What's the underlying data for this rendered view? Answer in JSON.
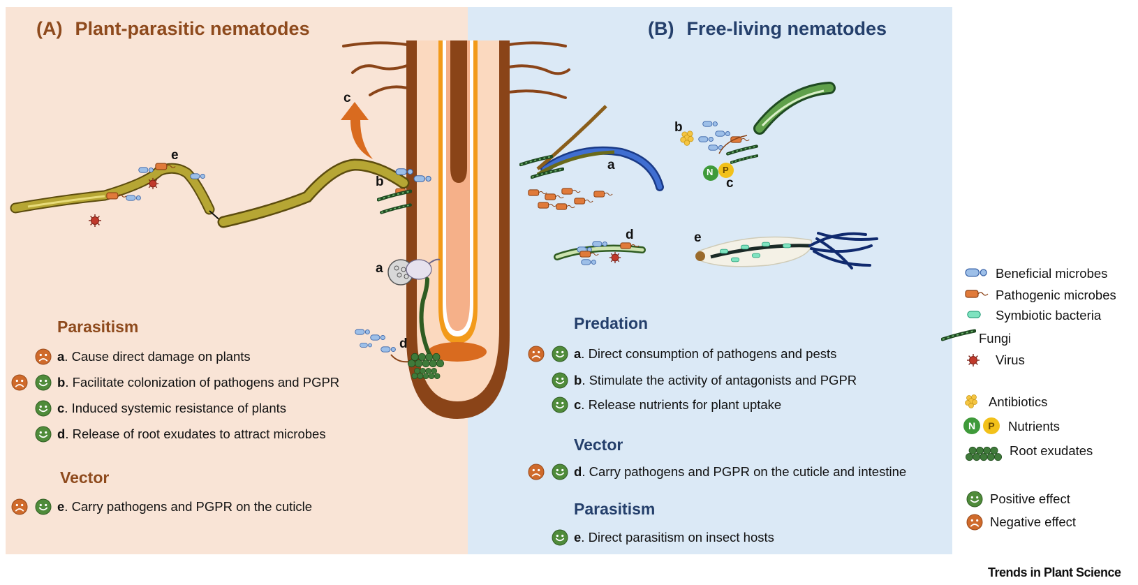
{
  "panel_a": {
    "label": "(A)",
    "title": "Plant-parasitic nematodes",
    "sections": [
      {
        "heading": "Parasitism",
        "items": [
          {
            "letter": "a",
            "text": ". Cause direct damage on plants",
            "effects": [
              "negative"
            ]
          },
          {
            "letter": "b",
            "text": ". Facilitate colonization of pathogens and PGPR",
            "effects": [
              "negative",
              "positive"
            ]
          },
          {
            "letter": "c",
            "text": ". Induced systemic resistance of plants",
            "effects": [
              "positive"
            ]
          },
          {
            "letter": "d",
            "text": ". Release of root exudates to attract microbes",
            "effects": [
              "positive"
            ]
          }
        ]
      },
      {
        "heading": "Vector",
        "items": [
          {
            "letter": "e",
            "text": ". Carry pathogens and PGPR on the cuticle",
            "effects": [
              "negative",
              "positive"
            ]
          }
        ]
      }
    ],
    "figure_labels": [
      "e",
      "c",
      "b",
      "a",
      "d"
    ]
  },
  "panel_b": {
    "label": "(B)",
    "title": "Free-living nematodes",
    "sections": [
      {
        "heading": "Predation",
        "items": [
          {
            "letter": "a",
            "text": ". Direct consumption of pathogens and pests",
            "effects": [
              "negative",
              "positive"
            ]
          },
          {
            "letter": "b",
            "text": ". Stimulate the activity of antagonists and PGPR",
            "effects": [
              "positive"
            ]
          },
          {
            "letter": "c",
            "text": ". Release nutrients for plant uptake",
            "effects": [
              "positive"
            ]
          }
        ]
      },
      {
        "heading": "Vector",
        "items": [
          {
            "letter": "d",
            "text": ". Carry pathogens and PGPR on the cuticle and intestine",
            "effects": [
              "negative",
              "positive"
            ]
          }
        ]
      },
      {
        "heading": "Parasitism",
        "items": [
          {
            "letter": "e",
            "text": ". Direct parasitism on insect hosts",
            "effects": [
              "positive"
            ]
          }
        ]
      }
    ],
    "figure_labels": [
      "a",
      "b",
      "c",
      "d",
      "e"
    ],
    "nutrient_symbols": [
      "N",
      "P"
    ]
  },
  "legend": {
    "beneficial": "Beneficial microbes",
    "pathogenic": "Pathogenic microbes",
    "symbiotic": "Symbiotic bacteria",
    "fungi": "Fungi",
    "virus": "Virus",
    "antibiotics": "Antibiotics",
    "nutrients": "Nutrients",
    "nutrient_n": "N",
    "nutrient_p": "P",
    "root_exudates": "Root exudates",
    "positive": "Positive effect",
    "negative": "Negative effect"
  },
  "footer": "Trends in Plant Science",
  "colors": {
    "panel_a_bg": "#f9e4d6",
    "panel_b_bg": "#dbe9f6",
    "title_a": "#8e4a1d",
    "title_b": "#243f6b",
    "positive_face": "#4f8b3a",
    "negative_face": "#cf6a2b"
  }
}
